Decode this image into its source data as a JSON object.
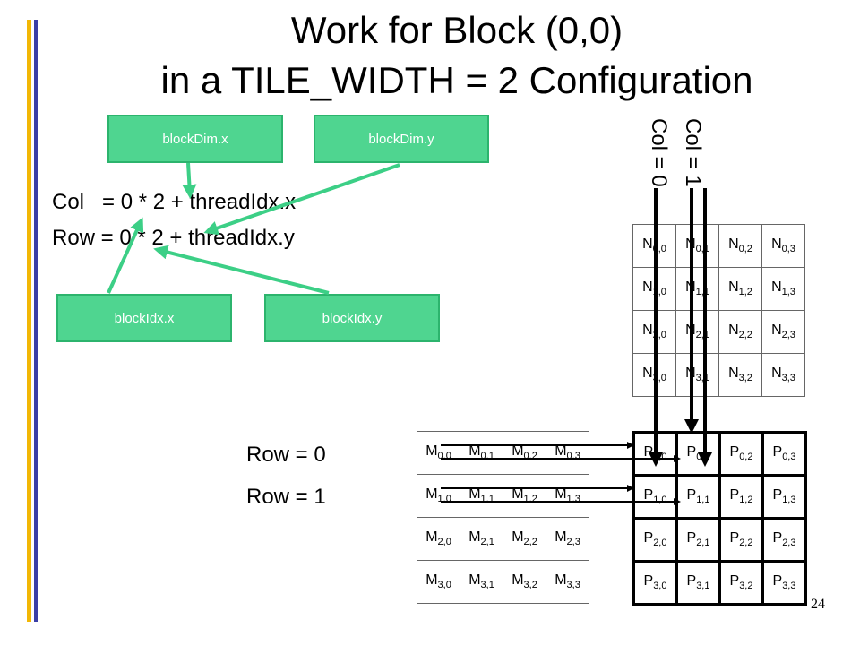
{
  "title": {
    "line1": "Work for Block (0,0)",
    "line2": "in a TILE_WIDTH = 2 Configuration"
  },
  "boxes": {
    "blockdim_x": "blockDim.x",
    "blockdim_y": "blockDim.y",
    "blockidx_x": "blockIdx.x",
    "blockidx_y": "blockIdx.y"
  },
  "formulas": {
    "col": "Col   = 0 * 2 + threadIdx.x",
    "row": "Row = 0 * 2 + threadIdx.y"
  },
  "col_labels": {
    "col1": "Col = 1",
    "col0": "Col = 0"
  },
  "row_labels": {
    "row0": "Row = 0",
    "row1": "Row = 1"
  },
  "matrices": {
    "N": {
      "letter": "N",
      "rows": [
        [
          {
            "i": "0,0"
          },
          {
            "i": "0,1"
          },
          {
            "i": "0,2"
          },
          {
            "i": "0,3"
          }
        ],
        [
          {
            "i": "1,0"
          },
          {
            "i": "1,1"
          },
          {
            "i": "1,2"
          },
          {
            "i": "1,3"
          }
        ],
        [
          {
            "i": "2,0"
          },
          {
            "i": "2,1"
          },
          {
            "i": "2,2"
          },
          {
            "i": "2,3"
          }
        ],
        [
          {
            "i": "3,0"
          },
          {
            "i": "3,1"
          },
          {
            "i": "3,2"
          },
          {
            "i": "3,3"
          }
        ]
      ]
    },
    "M": {
      "letter": "M",
      "rows": [
        [
          {
            "i": "0,0"
          },
          {
            "i": "0,1"
          },
          {
            "i": "0,2"
          },
          {
            "i": "0,3"
          }
        ],
        [
          {
            "i": "1,0"
          },
          {
            "i": "1,1"
          },
          {
            "i": "1,2"
          },
          {
            "i": "1,3"
          }
        ],
        [
          {
            "i": "2,0"
          },
          {
            "i": "2,1"
          },
          {
            "i": "2,2"
          },
          {
            "i": "2,3"
          }
        ],
        [
          {
            "i": "3,0"
          },
          {
            "i": "3,1"
          },
          {
            "i": "3,2"
          },
          {
            "i": "3,3"
          }
        ]
      ]
    },
    "P": {
      "letter": "P",
      "rows": [
        [
          {
            "i": "0,0"
          },
          {
            "i": "0,1"
          },
          {
            "i": "0,2"
          },
          {
            "i": "0,3"
          }
        ],
        [
          {
            "i": "1,0"
          },
          {
            "i": "1,1"
          },
          {
            "i": "1,2"
          },
          {
            "i": "1,3"
          }
        ],
        [
          {
            "i": "2,0"
          },
          {
            "i": "2,1"
          },
          {
            "i": "2,2"
          },
          {
            "i": "2,3"
          }
        ],
        [
          {
            "i": "3,0"
          },
          {
            "i": "3,1"
          },
          {
            "i": "3,2"
          },
          {
            "i": "3,3"
          }
        ]
      ]
    }
  },
  "colors": {
    "box_fill": "#4fd590",
    "arrow": "#3ccf86",
    "bar_gold": "#f2b705",
    "bar_blue": "#3b3fa6"
  },
  "page_number": "24"
}
